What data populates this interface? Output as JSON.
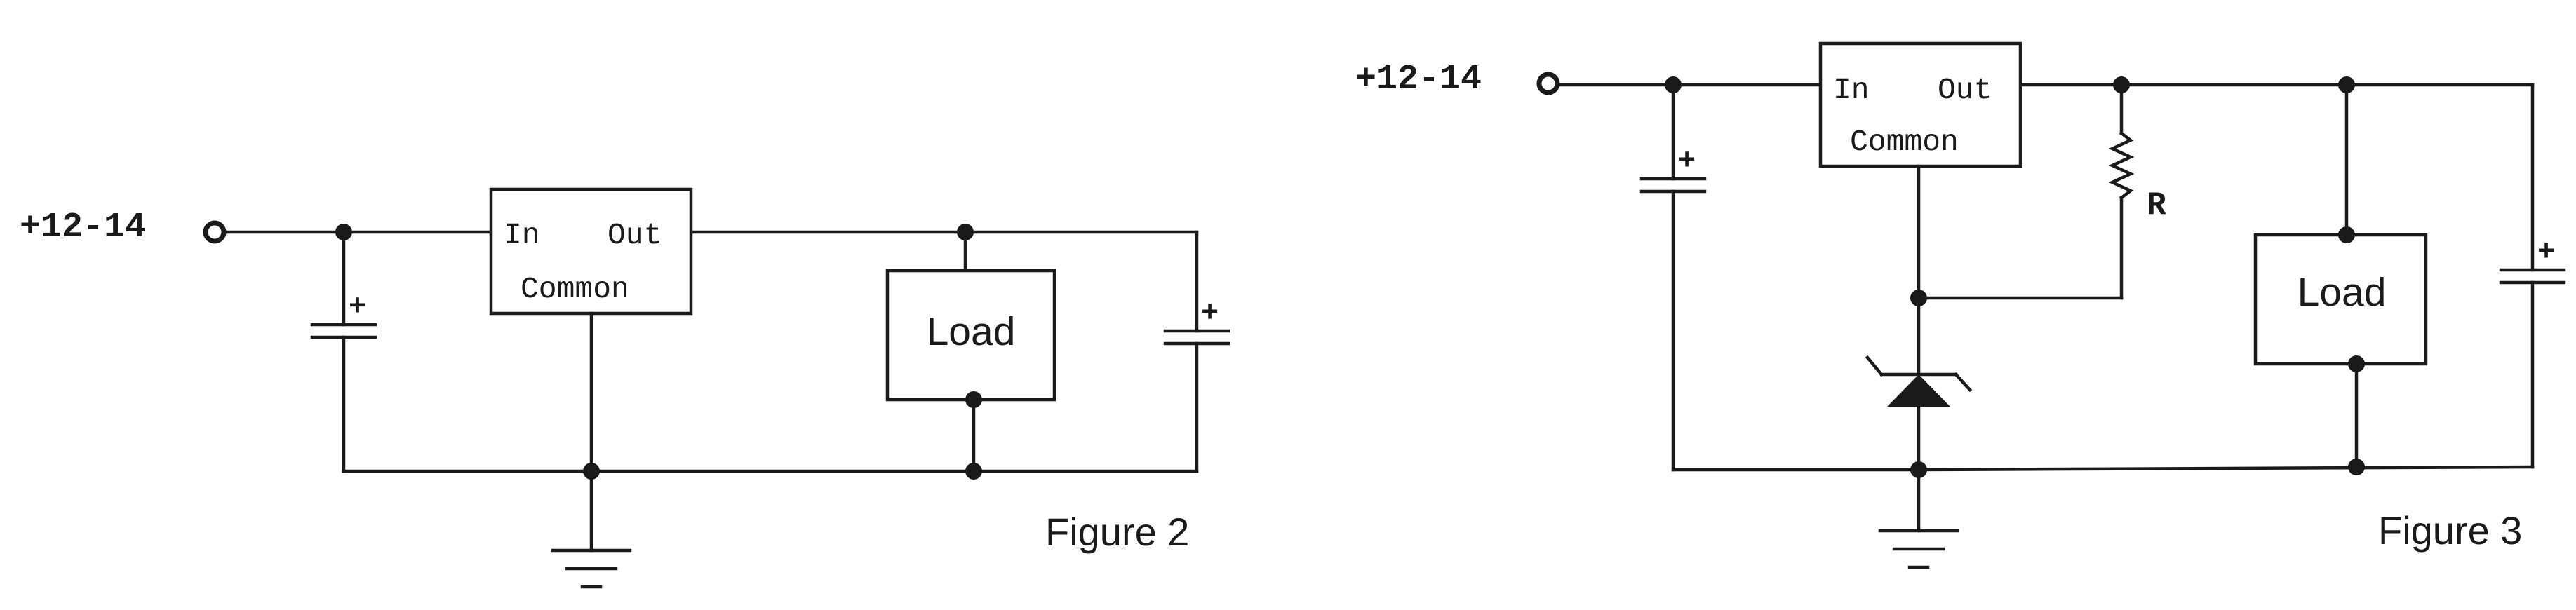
{
  "figures": [
    {
      "caption": "Figure 2",
      "input_label": "+12-14",
      "regulator": {
        "in": "In",
        "out": "Out",
        "common": "Common"
      },
      "load_label": "Load",
      "cap_polarity": [
        "+",
        "+"
      ]
    },
    {
      "caption": "Figure 3",
      "input_label": "+12-14",
      "regulator": {
        "in": "In",
        "out": "Out",
        "common": "Common"
      },
      "load_label": "Load",
      "resistor_label": "R",
      "cap_polarity": [
        "+",
        "+"
      ]
    }
  ]
}
